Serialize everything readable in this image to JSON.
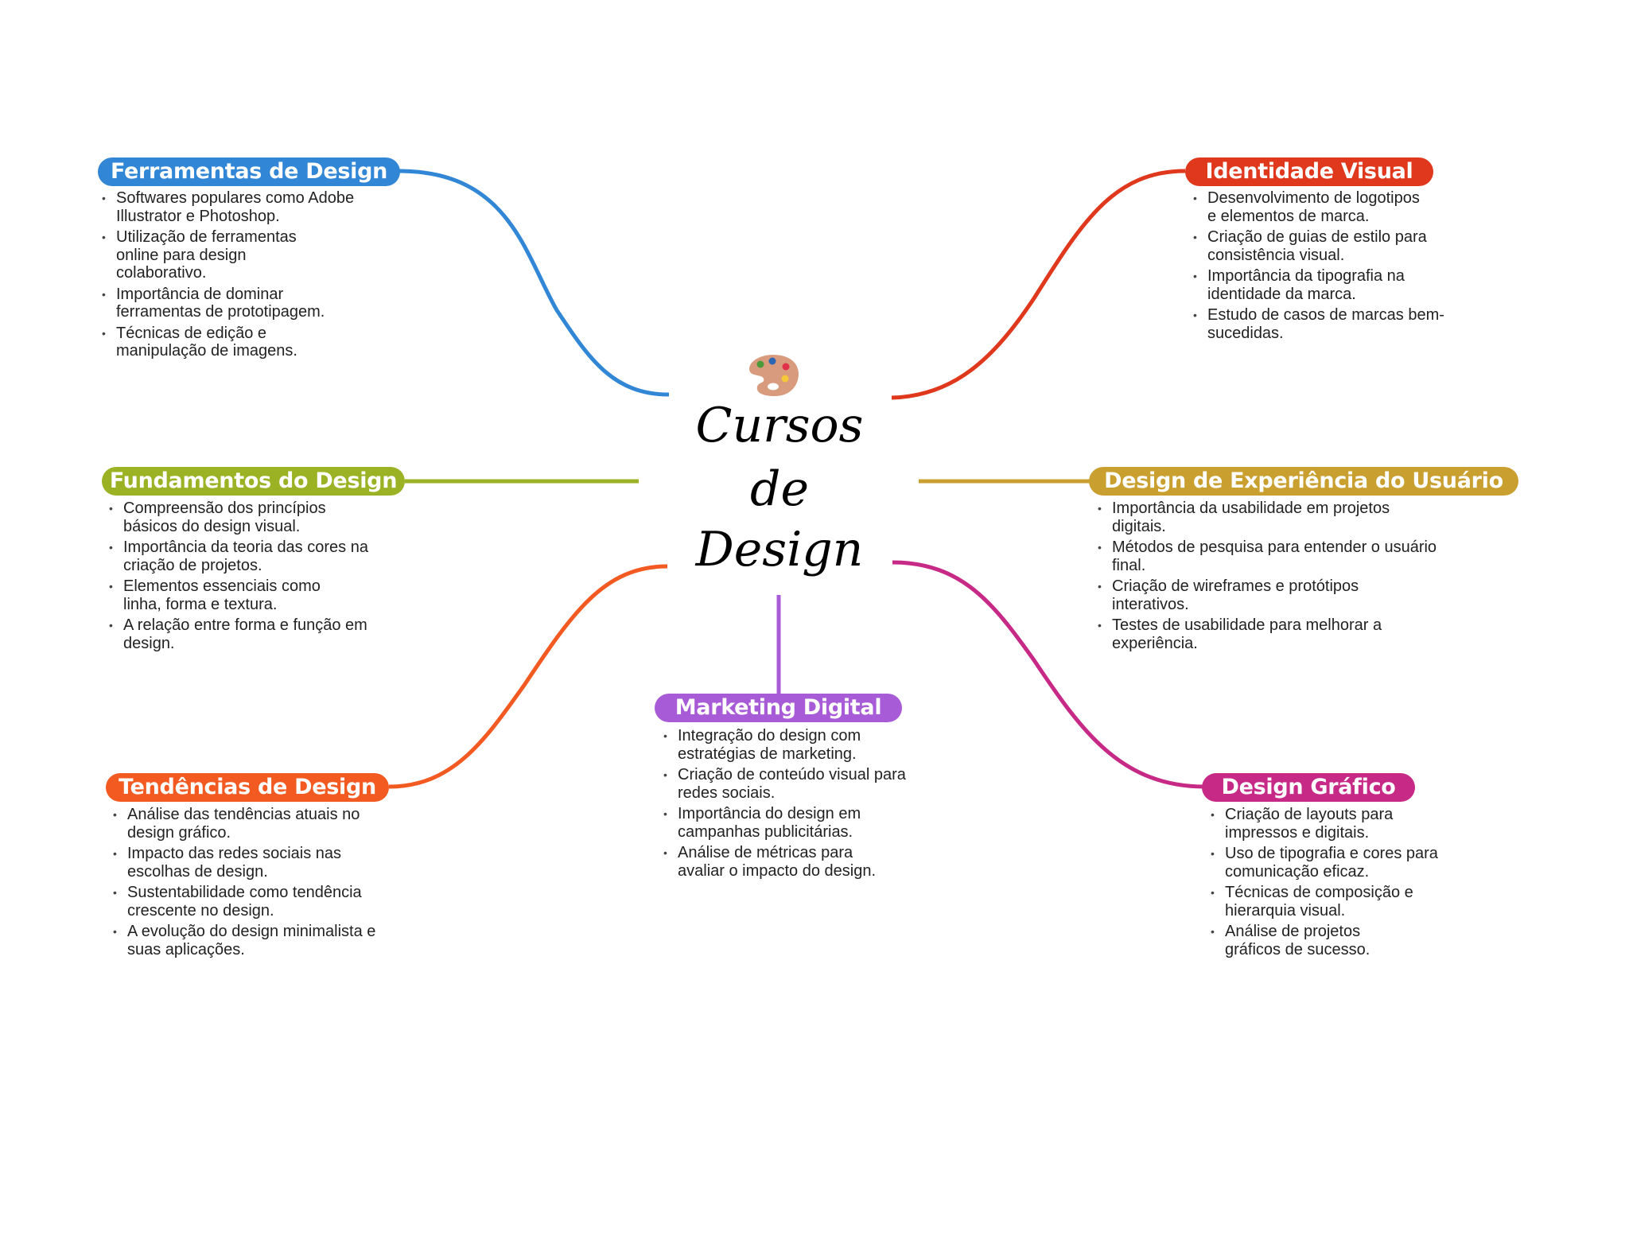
{
  "central": {
    "title_lines": [
      "Cursos",
      "de",
      "Design"
    ],
    "icon": "artist-palette-icon"
  },
  "branches": [
    {
      "id": "ferramentas",
      "label": "Ferramentas de Design",
      "color": "#3186d6",
      "items": [
        "Softwares populares como Adobe Illustrator e Photoshop.",
        "Utilização de ferramentas online para design colaborativo.",
        "Importância de dominar ferramentas de prototipagem.",
        "Técnicas de edição e manipulação de imagens."
      ]
    },
    {
      "id": "identidade",
      "label": "Identidade Visual",
      "color": "#e0381c",
      "items": [
        "Desenvolvimento de logotipos e elementos de marca.",
        "Criação de guias de estilo para consistência visual.",
        "Importância da tipografia na identidade da marca.",
        "Estudo de casos de marcas bem-sucedidas."
      ]
    },
    {
      "id": "fundamentos",
      "label": "Fundamentos do Design",
      "color": "#9bb224",
      "items": [
        "Compreensão dos princípios básicos do design visual.",
        "Importância da teoria das cores na criação de projetos.",
        "Elementos essenciais como linha, forma e textura.",
        "A relação entre forma e função em design."
      ]
    },
    {
      "id": "ux",
      "label": "Design de Experiência do Usuário",
      "color": "#c9a030",
      "items": [
        "Importância da usabilidade em projetos digitais.",
        "Métodos de pesquisa para entender o usuário final.",
        "Criação de wireframes e protótipos interativos.",
        "Testes de usabilidade para melhorar a experiência."
      ]
    },
    {
      "id": "tendencias",
      "label": "Tendências de Design",
      "color": "#f25a22",
      "items": [
        "Análise das tendências atuais no design gráfico.",
        "Impacto das redes sociais nas escolhas de design.",
        "Sustentabilidade como tendência crescente no design.",
        "A evolução do design minimalista e suas aplicações."
      ]
    },
    {
      "id": "grafico",
      "label": "Design Gráfico",
      "color": "#c72a86",
      "items": [
        "Criação de layouts para impressos e digitais.",
        "Uso de tipografia e cores para comunicação eficaz.",
        "Técnicas de composição e hierarquia visual.",
        "Análise de projetos gráficos de sucesso."
      ]
    },
    {
      "id": "marketing",
      "label": "Marketing Digital",
      "color": "#a85bd6",
      "items": [
        "Integração do design com estratégias de marketing.",
        "Criação de conteúdo visual para redes sociais.",
        "Importância do design em campanhas publicitárias.",
        "Análise de métricas para avaliar o impacto do design."
      ]
    }
  ]
}
